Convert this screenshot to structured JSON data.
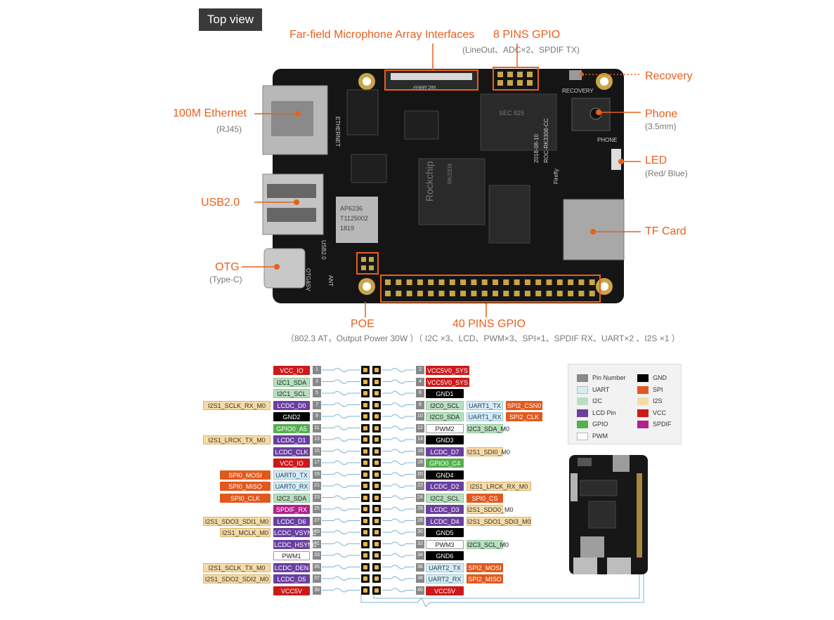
{
  "top_view_label": "Top view",
  "callouts": [
    {
      "id": "mic",
      "label": "Far-field Microphone Array Interfaces",
      "sub": ""
    },
    {
      "id": "gpio8",
      "label": "8 PINS GPIO",
      "sub": "(LineOut、ADC×2、SPDIF TX)"
    },
    {
      "id": "recovery",
      "label": "Recovery",
      "sub": ""
    },
    {
      "id": "ethernet",
      "label": "100M Ethernet",
      "sub": "(RJ45)"
    },
    {
      "id": "phone",
      "label": "Phone",
      "sub": "(3.5mm)"
    },
    {
      "id": "led",
      "label": "LED",
      "sub": "(Red/ Blue)"
    },
    {
      "id": "usb",
      "label": "USB2.0",
      "sub": ""
    },
    {
      "id": "tf",
      "label": "TF Card",
      "sub": ""
    },
    {
      "id": "otg",
      "label": "OTG",
      "sub": "(Type-C)"
    },
    {
      "id": "poe",
      "label": "POE",
      "sub": ""
    },
    {
      "id": "gpio40",
      "label": "40 PINS GPIO",
      "sub": ""
    }
  ],
  "bottom_note": "（802.3 AT，Output Power 30W ）（ I2C ×3、LCD、PWM×3、SPI×1、SPDIF RX、UART×2 、I2S ×1 ）",
  "board_silk": {
    "ethernet": "ETHERNET",
    "usb": "USB2.0",
    "otg": "OTG&5V",
    "ant": "ANT",
    "recovery": "RECOVERY",
    "phone": "PHONE",
    "model": "ROC-RK3308-CC",
    "date": "2018-08-10",
    "brand": "Firefly",
    "chip_brand": "Rockchip",
    "chip": "RK3308",
    "wifi1": "AP6236",
    "wifi2": "T1125002",
    "wifi3": "1819",
    "mem": "SEC 825",
    "mic": "MIC ARRAY"
  },
  "legend": [
    {
      "label": "Pin Number",
      "color": "#888888"
    },
    {
      "label": "GND",
      "color": "#000000"
    },
    {
      "label": "UART",
      "color": "#d6ecf4"
    },
    {
      "label": "SPI",
      "color": "#e2581c"
    },
    {
      "label": "I2C",
      "color": "#b9dfc0"
    },
    {
      "label": "I2S",
      "color": "#f7dba6"
    },
    {
      "label": "LCD Pin",
      "color": "#6a3fa0"
    },
    {
      "label": "VCC",
      "color": "#cc1a1a"
    },
    {
      "label": "GPIO",
      "color": "#54b04d"
    },
    {
      "label": "SPDIF",
      "color": "#b3218c"
    },
    {
      "label": "PWM",
      "color": "#ffffff"
    }
  ],
  "pins_left": [
    {
      "n": "1",
      "labels": [
        {
          "t": "VCC_IO",
          "k": "vcc"
        }
      ]
    },
    {
      "n": "3",
      "labels": [
        {
          "t": "I2C1_SDA",
          "k": "i2c"
        }
      ]
    },
    {
      "n": "5",
      "labels": [
        {
          "t": "I2C1_SCL",
          "k": "i2c"
        }
      ]
    },
    {
      "n": "7",
      "labels": [
        {
          "t": "LCDC_D0",
          "k": "lcd"
        },
        {
          "t": "I2S1_SCLK_RX_M0",
          "k": "i2s"
        }
      ]
    },
    {
      "n": "9",
      "labels": [
        {
          "t": "GND2",
          "k": "gnd"
        }
      ]
    },
    {
      "n": "11",
      "labels": [
        {
          "t": "GPIO0_A5",
          "k": "gpio"
        }
      ]
    },
    {
      "n": "13",
      "labels": [
        {
          "t": "LCDC_D1",
          "k": "lcd"
        },
        {
          "t": "I2S1_LRCK_TX_M0",
          "k": "i2s"
        }
      ]
    },
    {
      "n": "15",
      "labels": [
        {
          "t": "LCDC_CLK",
          "k": "lcd"
        }
      ]
    },
    {
      "n": "17",
      "labels": [
        {
          "t": "VCC_IO",
          "k": "vcc"
        }
      ]
    },
    {
      "n": "19",
      "labels": [
        {
          "t": "UART0_TX",
          "k": "uart"
        },
        {
          "t": "SPI0_MOSI",
          "k": "spi"
        }
      ]
    },
    {
      "n": "21",
      "labels": [
        {
          "t": "UART0_RX",
          "k": "uart"
        },
        {
          "t": "SPI0_MISO",
          "k": "spi"
        }
      ]
    },
    {
      "n": "23",
      "labels": [
        {
          "t": "I2C2_SDA",
          "k": "i2c"
        },
        {
          "t": "SPI0_CLK",
          "k": "spi"
        }
      ]
    },
    {
      "n": "25",
      "labels": [
        {
          "t": "SPDIF_RX",
          "k": "spdif"
        }
      ]
    },
    {
      "n": "27",
      "labels": [
        {
          "t": "LCDC_D6",
          "k": "lcd"
        },
        {
          "t": "I2S1_SDO3_SDI1_M0",
          "k": "i2s"
        }
      ]
    },
    {
      "n": "29",
      "labels": [
        {
          "t": "LCDC_VSYNC",
          "k": "lcd"
        },
        {
          "t": "I2S1_MCLK_M0",
          "k": "i2s"
        }
      ]
    },
    {
      "n": "31",
      "labels": [
        {
          "t": "LCDC_HSYNC",
          "k": "lcd"
        }
      ]
    },
    {
      "n": "33",
      "labels": [
        {
          "t": "PWM1",
          "k": "pwm"
        }
      ]
    },
    {
      "n": "35",
      "labels": [
        {
          "t": "LCDC_DEN",
          "k": "lcd"
        },
        {
          "t": "I2S1_SCLK_TX_M0",
          "k": "i2s"
        }
      ]
    },
    {
      "n": "37",
      "labels": [
        {
          "t": "LCDC_D5",
          "k": "lcd"
        },
        {
          "t": "I2S1_SDO2_SDI2_M0",
          "k": "i2s"
        }
      ]
    },
    {
      "n": "39",
      "labels": [
        {
          "t": "VCC5V",
          "k": "vcc"
        }
      ]
    }
  ],
  "pins_right": [
    {
      "n": "2",
      "labels": [
        {
          "t": "VCC5V0_SYS",
          "k": "vcc"
        }
      ]
    },
    {
      "n": "4",
      "labels": [
        {
          "t": "VCC5V0_SYS",
          "k": "vcc"
        }
      ]
    },
    {
      "n": "6",
      "labels": [
        {
          "t": "GND1",
          "k": "gnd"
        }
      ]
    },
    {
      "n": "8",
      "labels": [
        {
          "t": "I2C0_SCL",
          "k": "i2c"
        },
        {
          "t": "UART1_TX",
          "k": "uart"
        },
        {
          "t": "SPI2_CSN0",
          "k": "spi"
        }
      ]
    },
    {
      "n": "10",
      "labels": [
        {
          "t": "I2C0_SDA",
          "k": "i2c"
        },
        {
          "t": "UART1_RX",
          "k": "uart"
        },
        {
          "t": "SPI2_CLK",
          "k": "spi"
        }
      ]
    },
    {
      "n": "12",
      "labels": [
        {
          "t": "PWM2",
          "k": "pwm"
        },
        {
          "t": "I2C3_SDA_M0",
          "k": "i2c"
        }
      ]
    },
    {
      "n": "14",
      "labels": [
        {
          "t": "GND3",
          "k": "gnd"
        }
      ]
    },
    {
      "n": "16",
      "labels": [
        {
          "t": "LCDC_D7",
          "k": "lcd"
        },
        {
          "t": "I2S1_SDI0_M0",
          "k": "i2s"
        }
      ]
    },
    {
      "n": "18",
      "labels": [
        {
          "t": "GPIO0_C4",
          "k": "gpio"
        }
      ]
    },
    {
      "n": "20",
      "labels": [
        {
          "t": "GND4",
          "k": "gnd"
        }
      ]
    },
    {
      "n": "22",
      "labels": [
        {
          "t": "LCDC_D2",
          "k": "lcd"
        },
        {
          "t": "I2S1_LRCK_RX_M0",
          "k": "i2s"
        }
      ]
    },
    {
      "n": "24",
      "labels": [
        {
          "t": "I2C2_SCL",
          "k": "i2c"
        },
        {
          "t": "SPI0_CS",
          "k": "spi"
        }
      ]
    },
    {
      "n": "26",
      "labels": [
        {
          "t": "LCDC_D3",
          "k": "lcd"
        },
        {
          "t": "I2S1_SDO0_M0",
          "k": "i2s"
        }
      ]
    },
    {
      "n": "28",
      "labels": [
        {
          "t": "LCDC_D4",
          "k": "lcd"
        },
        {
          "t": "I2S1_SDO1_SDI3_M0",
          "k": "i2s"
        }
      ]
    },
    {
      "n": "30",
      "labels": [
        {
          "t": "GND5",
          "k": "gnd"
        }
      ]
    },
    {
      "n": "32",
      "labels": [
        {
          "t": "PWM3",
          "k": "pwm"
        },
        {
          "t": "I2C3_SCL_M0",
          "k": "i2c"
        }
      ]
    },
    {
      "n": "34",
      "labels": [
        {
          "t": "GND6",
          "k": "gnd"
        }
      ]
    },
    {
      "n": "36",
      "labels": [
        {
          "t": "UART2_TX",
          "k": "uart"
        },
        {
          "t": "SPI2_MOSI",
          "k": "spi"
        }
      ]
    },
    {
      "n": "38",
      "labels": [
        {
          "t": "UART2_RX",
          "k": "uart"
        },
        {
          "t": "SPI2_MISO",
          "k": "spi"
        }
      ]
    },
    {
      "n": "40",
      "labels": [
        {
          "t": "VCC5V",
          "k": "vcc"
        }
      ]
    }
  ]
}
